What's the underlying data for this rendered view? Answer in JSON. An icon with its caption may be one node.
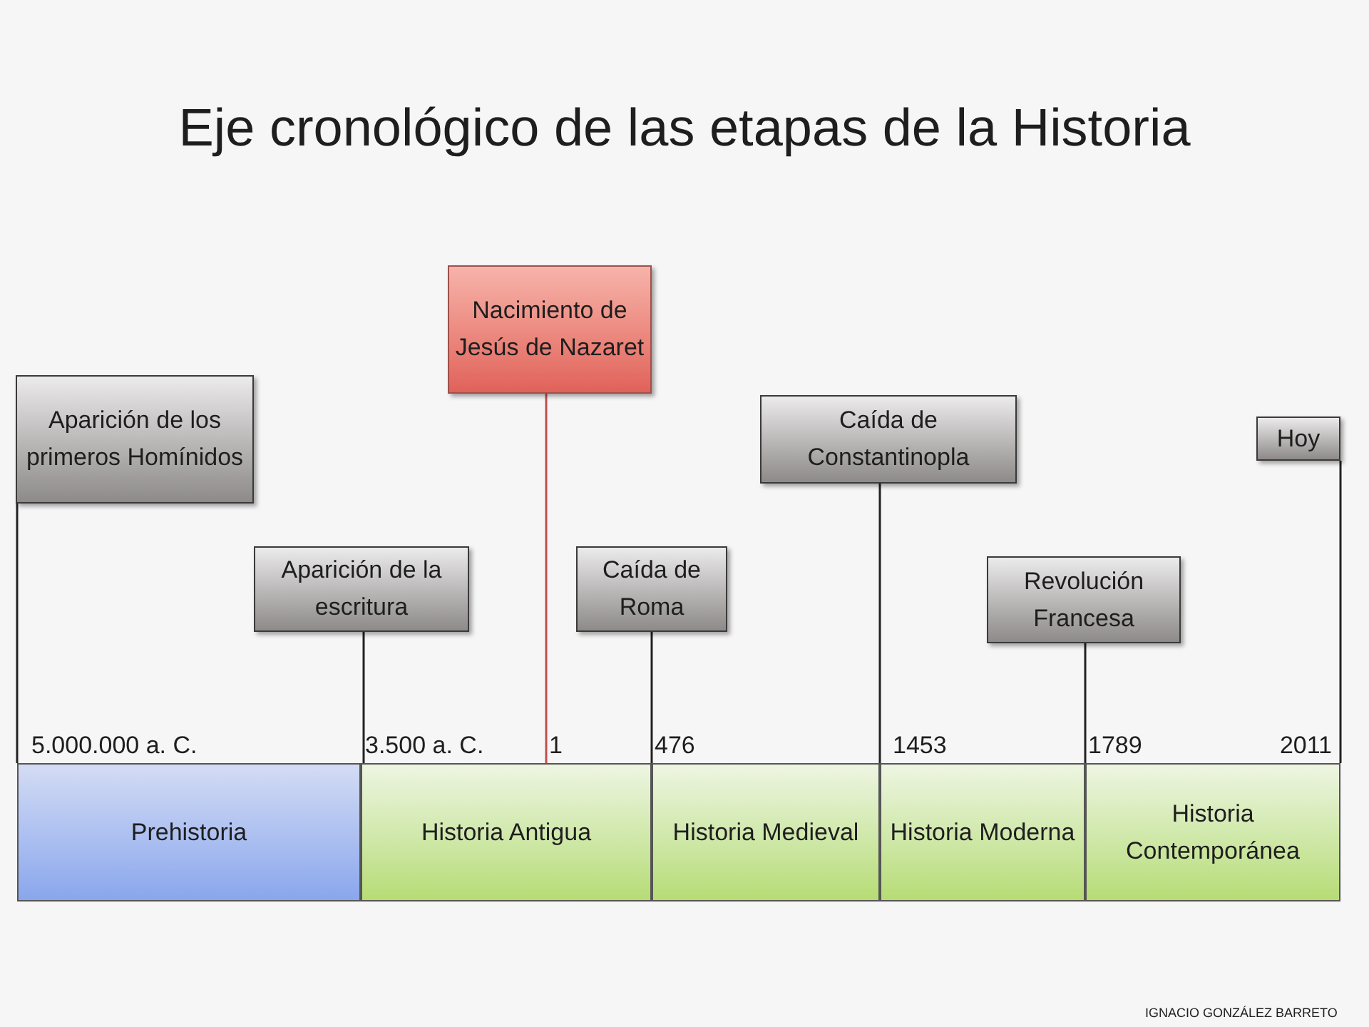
{
  "diagram": {
    "title": "Eje cronológico de las etapas de la Historia",
    "nodes": [
      {
        "text": [
          "Aparición de los primeros Homínidos"
        ]
      },
      {
        "text": [
          "Aparición de la escritura"
        ]
      },
      {
        "text": [
          "Nacimiento de Jesús de Nazaret"
        ]
      },
      {
        "text": [
          "Caída de Roma"
        ]
      },
      {
        "text": [
          "Caída de Constantinopla"
        ]
      },
      {
        "text": [
          "Revolución Francesa"
        ]
      },
      {
        "text": [
          "Hoy"
        ]
      },
      {
        "text": [
          "Prehistoria"
        ]
      },
      {
        "text": [
          "Historia Antigua"
        ]
      },
      {
        "text": [
          "Historia Medieval"
        ]
      },
      {
        "text": [
          "Historia Moderna"
        ]
      },
      {
        "text": [
          "Historia Contemporánea"
        ]
      }
    ],
    "edges": [
      {
        "from": 0,
        "to": 7,
        "arrow": "none"
      },
      {
        "from": 1,
        "to": 8,
        "arrow": "none"
      },
      {
        "from": 2,
        "to": 8,
        "arrow": "none",
        "color": "#c0504d"
      },
      {
        "from": 3,
        "to": 9,
        "arrow": "none"
      },
      {
        "from": 4,
        "to": 10,
        "arrow": "none"
      },
      {
        "from": 5,
        "to": 11,
        "arrow": "none"
      },
      {
        "from": 6,
        "to": 11,
        "arrow": "none"
      }
    ],
    "labels": [
      "5.000.000 a. C.",
      "3.500 a. C.",
      "1",
      "476",
      "1453",
      "1789",
      "2011",
      "IGNACIO GONZÁLEZ BARRETO"
    ]
  }
}
